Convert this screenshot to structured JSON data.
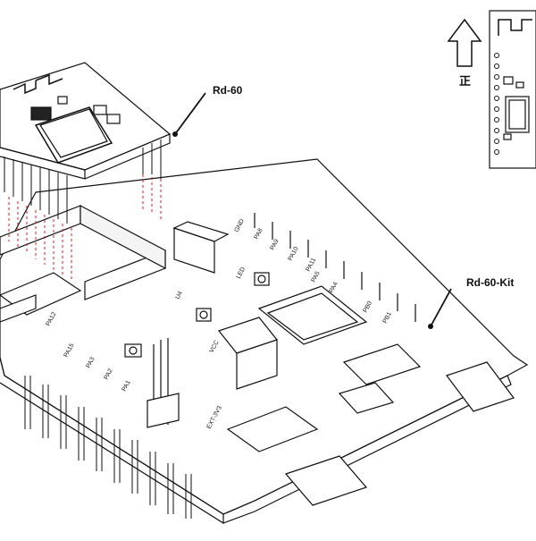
{
  "callouts": {
    "module": "Rd-60",
    "kit": "Rd-60-Kit"
  },
  "orientation": {
    "label": "正"
  },
  "silkscreen": {
    "pins": [
      "PA8",
      "PA9",
      "PA10",
      "PA11",
      "PA5",
      "PA4",
      "PB0",
      "PB1",
      "PA12",
      "PA15",
      "PA3",
      "PA2",
      "PA1"
    ],
    "led": "LED",
    "gnd": "GND",
    "vcc": "VCC",
    "u4": "U4",
    "ext": "EXT-3V3"
  }
}
